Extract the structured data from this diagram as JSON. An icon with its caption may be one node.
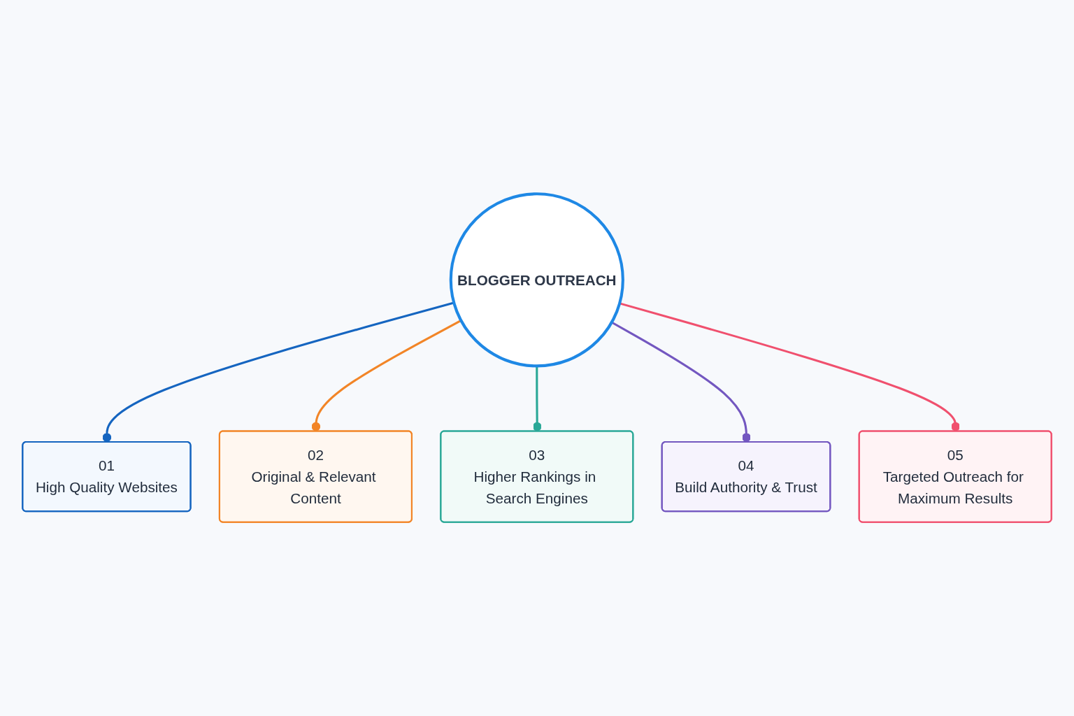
{
  "diagram": {
    "nodes": [
      {
        "text": [
          "BLOGGER OUTREACH"
        ]
      },
      {
        "text": [
          "01",
          "High Quality Websites"
        ]
      },
      {
        "text": [
          "02",
          "Original & Relevant Content"
        ]
      },
      {
        "text": [
          "03",
          "Higher Rankings in Search Engines"
        ]
      },
      {
        "text": [
          "04",
          "Build Authority & Trust"
        ]
      },
      {
        "text": [
          "05",
          "Targeted Outreach for Maximum Results"
        ]
      }
    ],
    "edges": [
      {
        "from": 0,
        "to": 1,
        "arrow": "other",
        "color": "#1565c0"
      },
      {
        "from": 0,
        "to": 2,
        "arrow": "other",
        "color": "#f28527"
      },
      {
        "from": 0,
        "to": 3,
        "arrow": "other",
        "color": "#2aa897"
      },
      {
        "from": 0,
        "to": 4,
        "arrow": "other",
        "color": "#7357c0"
      },
      {
        "from": 0,
        "to": 5,
        "arrow": "other",
        "color": "#f0506e"
      }
    ]
  }
}
